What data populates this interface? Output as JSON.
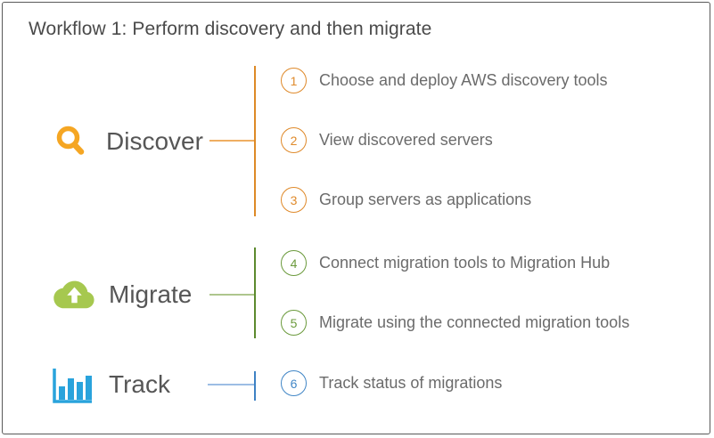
{
  "title": "Workflow 1: Perform discovery and then migrate",
  "colors": {
    "orange": "#df8a2b",
    "green": "#6b9a3c",
    "blue": "#4186c6",
    "icon_orange": "#f5a623",
    "icon_green": "#a6c84f",
    "icon_blue": "#29a3dc"
  },
  "phases": [
    {
      "label": "Discover",
      "icon": "search-icon",
      "steps": [
        {
          "number": "1",
          "text": "Choose and deploy AWS discovery tools"
        },
        {
          "number": "2",
          "text": "View discovered servers"
        },
        {
          "number": "3",
          "text": "Group servers as applications"
        }
      ]
    },
    {
      "label": "Migrate",
      "icon": "cloud-upload-icon",
      "steps": [
        {
          "number": "4",
          "text": "Connect migration tools to Migration Hub"
        },
        {
          "number": "5",
          "text": "Migrate using the connected migration tools"
        }
      ]
    },
    {
      "label": "Track",
      "icon": "bar-chart-icon",
      "steps": [
        {
          "number": "6",
          "text": "Track status of migrations"
        }
      ]
    }
  ]
}
